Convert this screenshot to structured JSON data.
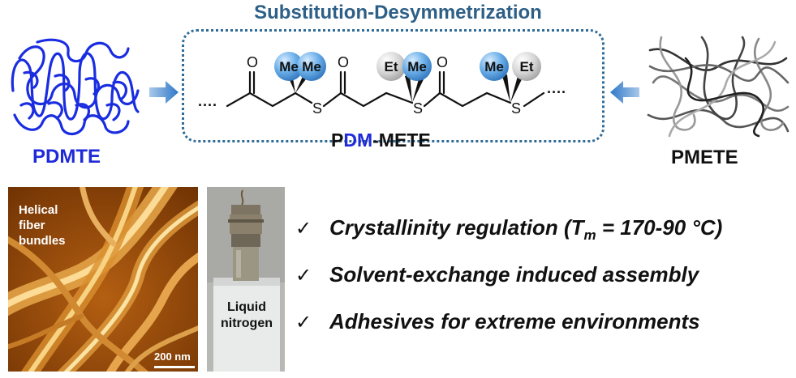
{
  "title": "Substitution-Desymmetrization",
  "left_polymer": "PDMTE",
  "right_polymer": "PMETE",
  "copolymer": {
    "p": "P",
    "dm": "DM",
    "rest": "-METE"
  },
  "structure": {
    "ellipsis": "····",
    "oxygen": "O",
    "sulfur": "S",
    "me": "Me",
    "et": "Et"
  },
  "afm": {
    "caption": [
      "Helical",
      "fiber",
      "bundles"
    ],
    "scale": "200 nm"
  },
  "photo": {
    "caption": [
      "Liquid",
      "nitrogen"
    ]
  },
  "bullets": {
    "check": "✓",
    "b1_pre": "Crystallinity regulation (T",
    "b1_sub": "m",
    "b1_post": " = 170-90 °C)",
    "b2": "Solvent-exchange induced assembly",
    "b3": "Adhesives for extreme environments"
  },
  "colors": {
    "title": "#2e5f86",
    "blue_label": "#1f2ad8",
    "box_border": "#2f6b96",
    "me_ball": "#4a90d9",
    "et_ball": "#cfcfcf",
    "afm_dark": "#8a3d05",
    "afm_light": "#f2c873"
  }
}
